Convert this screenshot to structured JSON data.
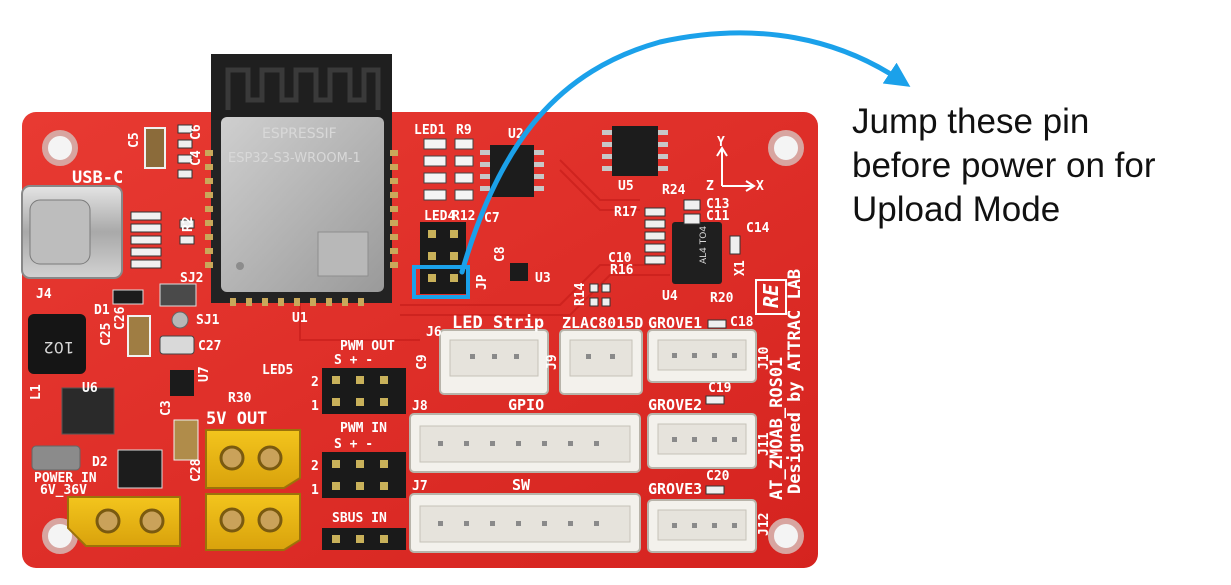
{
  "annotation": {
    "lines": [
      "Jump these pin",
      "before power on for",
      "Upload Mode"
    ],
    "arrow_color": "#1ba1ea"
  },
  "board": {
    "pcb_color": "#e22d2a",
    "silkscreen": {
      "module_brand": "ESPRESSIF",
      "module_model": "ESP32-S3-WROOM-1",
      "usb": "USB-C",
      "c5": "C5",
      "c4": "C4",
      "c6": "C6",
      "r2": "R2",
      "j4": "J4",
      "sj2": "SJ2",
      "sj1": "SJ1",
      "u1": "U1",
      "d1": "D1",
      "c25": "C25",
      "c26": "C26",
      "c27": "C27",
      "inductor": "102",
      "l1": "L1",
      "u6": "U6",
      "u7": "U7",
      "c3": "C3",
      "led5": "LED5",
      "r30": "R30",
      "led1": "LED1",
      "r9": "R9",
      "u2": "U2",
      "u5": "U5",
      "led4": "LED4",
      "r12": "R12",
      "c7": "C7",
      "c8": "C8",
      "u3": "U3",
      "jp": "JP",
      "r24": "R24",
      "c13": "C13",
      "c11": "C11",
      "r17": "R17",
      "c14": "C14",
      "c10": "C10",
      "r16": "R16",
      "x1": "X1",
      "u4": "U4",
      "r20": "R20",
      "r14": "R14",
      "axis_y": "Y",
      "axis_x": "X",
      "axis_z": "Z",
      "re_logo": "RE",
      "model": "AT_ZMOAB_ROS01",
      "designer": "Designed by ATTRAC LAB",
      "pwm_out": "PWM OUT",
      "pwm_in": "PWM IN",
      "sbus_in": "SBUS IN",
      "pin_signs": "S + -",
      "row_2": "2",
      "row_1": "1",
      "five_v_out": "5V OUT",
      "power_in": "POWER IN",
      "power_range": "6V_36V",
      "d2": "D2",
      "c28": "C28",
      "led_strip": "LED Strip",
      "j6": "J6",
      "c9": "C9",
      "zlac": "ZLAC8015D",
      "j9": "J9",
      "grove1": "GROVE1",
      "c18": "C18",
      "j10": "J10",
      "gpio": "GPIO",
      "j8": "J8",
      "grove2": "GROVE2",
      "c19": "C19",
      "j11": "J11",
      "sw": "SW",
      "j7": "J7",
      "grove3": "GROVE3",
      "c20": "C20",
      "j12": "J12",
      "ic_marking": "AL4 TO4"
    }
  }
}
